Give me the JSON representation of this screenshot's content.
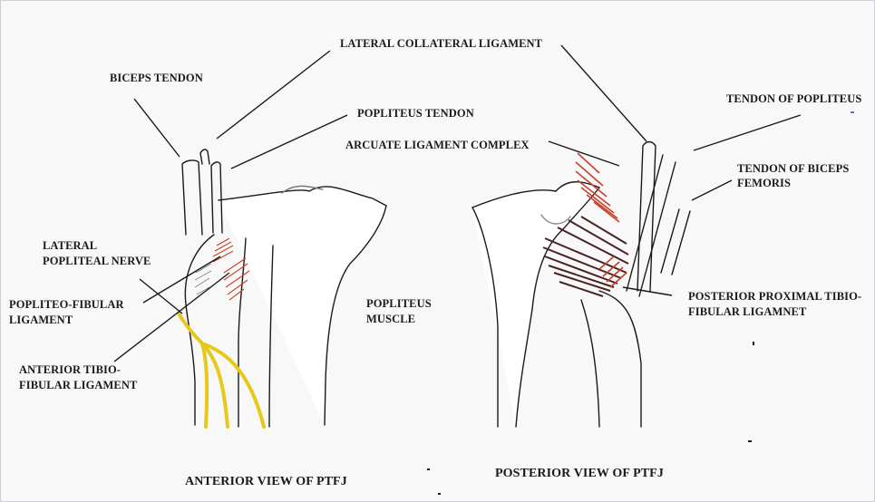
{
  "anterior_view": {
    "caption": "ANTERIOR VIEW OF PTFJ",
    "labels": {
      "biceps_tendon": "BICEPS TENDON",
      "popliteus_tendon": "POPLITEUS TENDON",
      "lateral_popliteal_nerve_1": "LATERAL",
      "lateral_popliteal_nerve_2": "POPLITEAL NERVE",
      "popliteo_fibular_1": "POPLITEO-FIBULAR",
      "popliteo_fibular_2": "LIGAMENT",
      "anterior_tibiofibular_1": "ANTERIOR TIBIO-",
      "anterior_tibiofibular_2": "FIBULAR LIGAMENT",
      "popliteus_muscle_1": "POPLITEUS",
      "popliteus_muscle_2": "MUSCLE"
    }
  },
  "shared": {
    "lateral_collateral_ligament": "LATERAL COLLATERAL LIGAMENT"
  },
  "posterior_view": {
    "caption": "POSTERIOR VIEW OF PTFJ",
    "labels": {
      "arcuate_ligament_complex": "ARCUATE LIGAMENT COMPLEX",
      "tendon_of_popliteus": "TENDON OF POPLITEUS",
      "tendon_of_biceps_1": "TENDON OF BICEPS",
      "tendon_of_biceps_2": "FEMORIS",
      "posterior_proximal_1": "POSTERIOR PROXIMAL TIBIO-",
      "posterior_proximal_2": "FIBULAR LIGAMNET"
    }
  },
  "colors": {
    "ink": "#1a1a1a",
    "ligament_red": "#c8402a",
    "muscle_dark": "#4a2226",
    "nerve_yellow": "#e8c81a"
  }
}
